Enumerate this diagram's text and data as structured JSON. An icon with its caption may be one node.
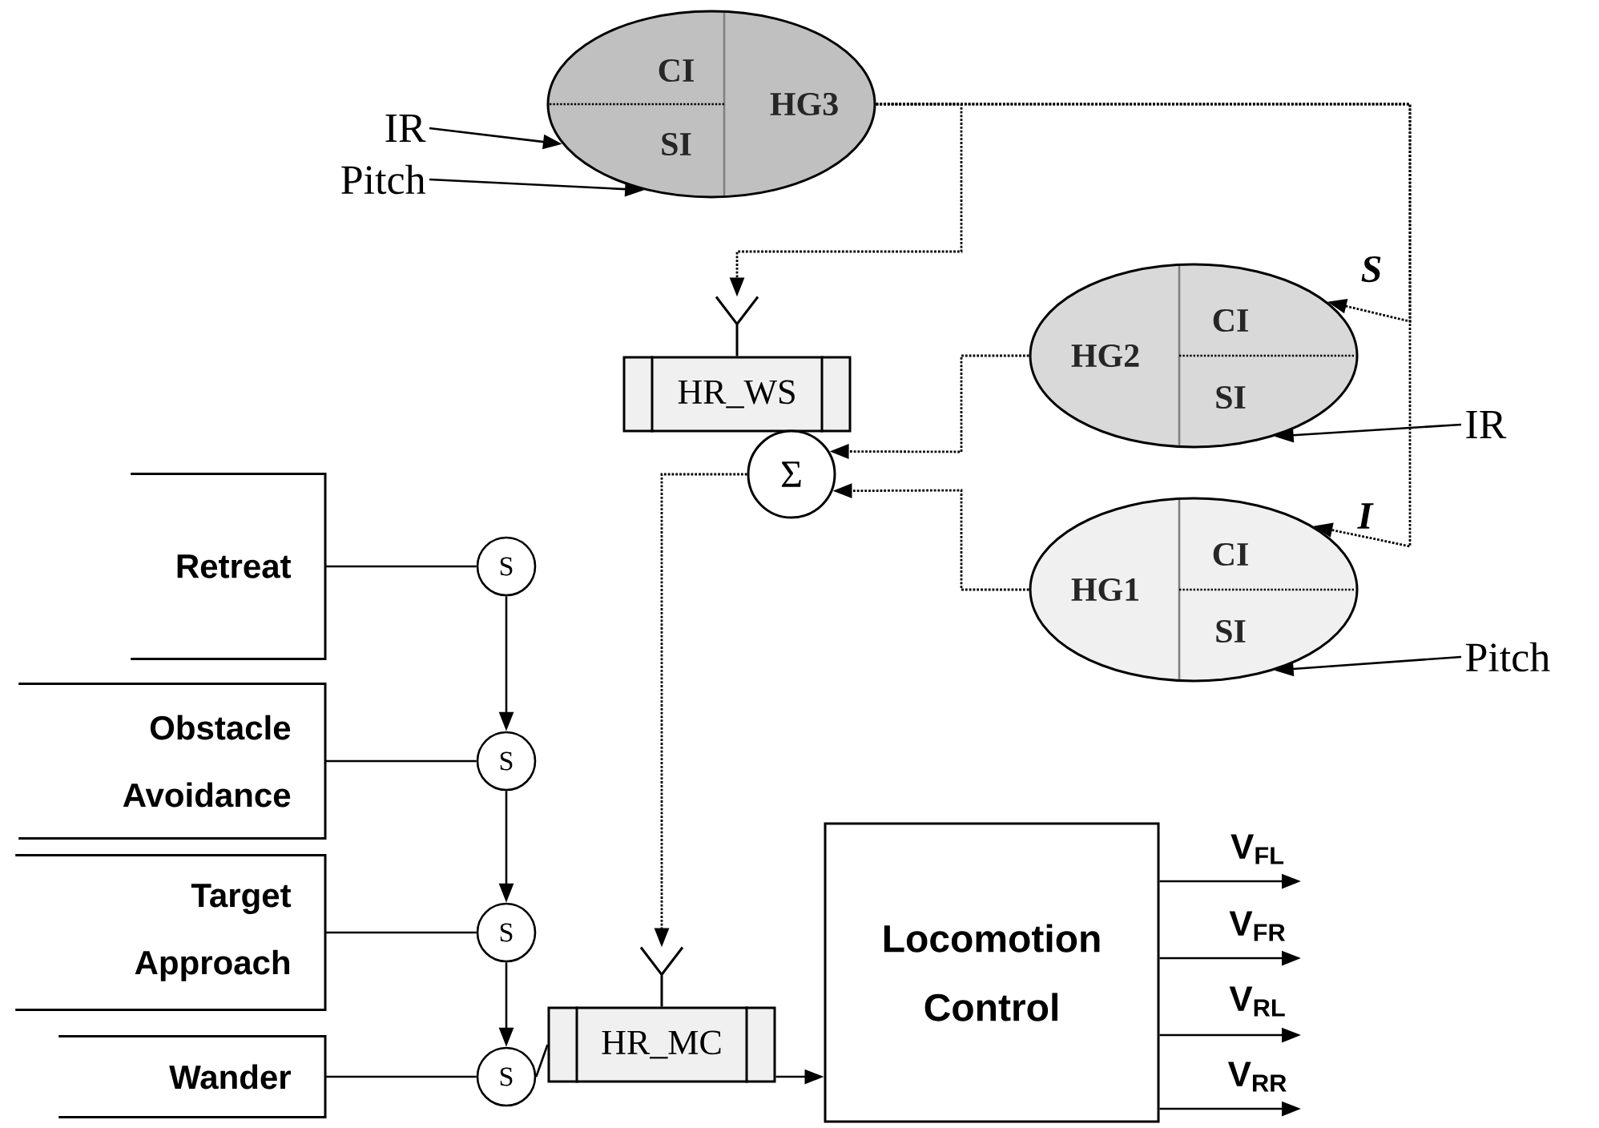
{
  "diagram": {
    "nodes": [
      {
        "text": [
          "CI",
          "SI",
          "HG3"
        ]
      },
      {
        "text": [
          "IR"
        ]
      },
      {
        "text": [
          "Pitch"
        ]
      },
      {
        "text": [
          "HR_WS"
        ]
      },
      {
        "text": [
          "Σ"
        ]
      },
      {
        "text": [
          "HG2",
          "CI",
          "SI"
        ]
      },
      {
        "text": [
          "IR"
        ]
      },
      {
        "text": [
          "HG1",
          "CI",
          "SI"
        ]
      },
      {
        "text": [
          "Pitch"
        ]
      },
      {
        "text": [
          "Retreat"
        ]
      },
      {
        "text": [
          "Obstacle Avoidance"
        ]
      },
      {
        "text": [
          "Target Approach"
        ]
      },
      {
        "text": [
          "Wander"
        ]
      },
      {
        "text": [
          "S"
        ]
      },
      {
        "text": [
          "S"
        ]
      },
      {
        "text": [
          "S"
        ]
      },
      {
        "text": [
          "S"
        ]
      },
      {
        "text": [
          "HR_MC"
        ]
      },
      {
        "text": [
          "Locomotion Control"
        ]
      }
    ],
    "edges": [
      {
        "from": 1,
        "to": 0,
        "arrow": "to"
      },
      {
        "from": 2,
        "to": 0,
        "arrow": "to"
      },
      {
        "from": 0,
        "to": 3,
        "arrow": "to",
        "style": "dashed"
      },
      {
        "from": 0,
        "to": 5,
        "arrow": "to",
        "style": "dashed",
        "label": "S"
      },
      {
        "from": 0,
        "to": 7,
        "arrow": "to",
        "style": "dashed",
        "label": "I"
      },
      {
        "from": 5,
        "to": 4,
        "arrow": "to",
        "style": "dashed"
      },
      {
        "from": 7,
        "to": 4,
        "arrow": "to",
        "style": "dashed"
      },
      {
        "from": 4,
        "to": 17,
        "arrow": "to",
        "style": "dashed"
      },
      {
        "from": 6,
        "to": 5,
        "arrow": "to"
      },
      {
        "from": 8,
        "to": 7,
        "arrow": "to"
      },
      {
        "from": 9,
        "to": 13,
        "arrow": "none"
      },
      {
        "from": 10,
        "to": 14,
        "arrow": "none"
      },
      {
        "from": 11,
        "to": 15,
        "arrow": "none"
      },
      {
        "from": 12,
        "to": 16,
        "arrow": "none"
      },
      {
        "from": 13,
        "to": 14,
        "arrow": "to"
      },
      {
        "from": 14,
        "to": 15,
        "arrow": "to"
      },
      {
        "from": 15,
        "to": 16,
        "arrow": "to"
      },
      {
        "from": 16,
        "to": 17,
        "arrow": "none"
      },
      {
        "from": 17,
        "to": 18,
        "arrow": "to"
      },
      {
        "from": 18,
        "to": null,
        "arrow": "to",
        "label": "V$_{FL}$"
      },
      {
        "from": 18,
        "to": null,
        "arrow": "to",
        "label": "V$_{FR}$"
      },
      {
        "from": 18,
        "to": null,
        "arrow": "to",
        "label": "V$_{RL}$"
      },
      {
        "from": 18,
        "to": null,
        "arrow": "to",
        "label": "V$_{RR}$"
      }
    ]
  }
}
